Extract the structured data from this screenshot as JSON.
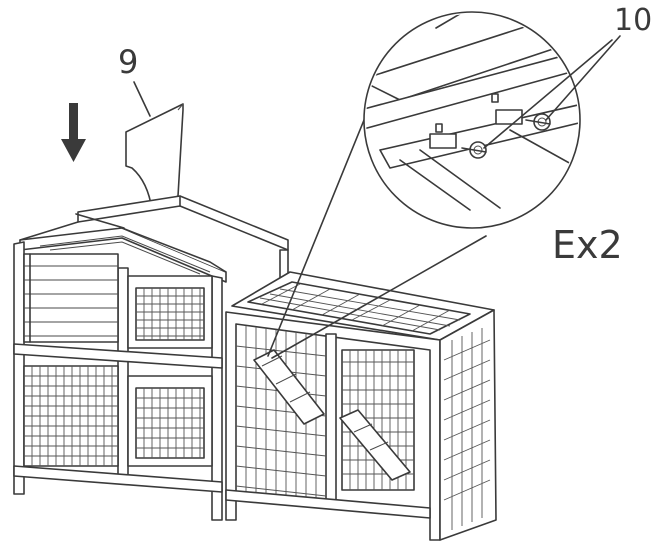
{
  "labels": {
    "part_9": "9",
    "part_10": "10",
    "detail": "Ex2"
  },
  "colors": {
    "line": "#3a3a3a",
    "background": "#ffffff"
  },
  "icons": {
    "direction": "arrow-down-icon"
  }
}
